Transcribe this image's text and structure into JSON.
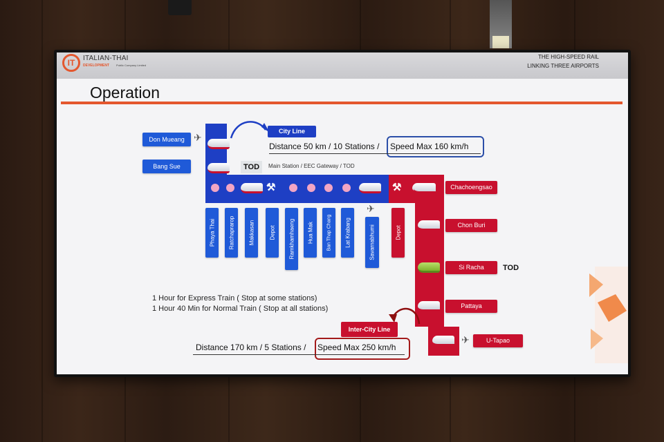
{
  "header": {
    "logo_mark": "IT",
    "company_name": "ITALIAN-THAI",
    "company_sub": "DEVELOPMENT",
    "company_sub2": "Public Company Limited",
    "project_line1": "THE HIGH-SPEED RAIL",
    "project_line2": "LINKING THREE AIRPORTS"
  },
  "slide": {
    "title": "Operation"
  },
  "city_line": {
    "label": "City Line",
    "distance": "Distance 50 km / 10 Stations /",
    "speed": "Speed Max 160 km/h",
    "tod_label": "TOD",
    "tod_note": "Main Station / EEC Gateway / TOD"
  },
  "left_stations": [
    "Don Mueang",
    "Bang Sue"
  ],
  "city_stations": [
    "Phaya Thai",
    "Ratchaprarop",
    "Makkasan",
    "Depot",
    "Ramkhamhaeng",
    "Hua Mak",
    "Ban Thap Chang",
    "Lat Krabang",
    "Savarnabhumi"
  ],
  "depot_red": "Depot",
  "right_stations": [
    "Chachoengsao",
    "Chon Buri",
    "Si Racha",
    "Pattaya",
    "U-Tapao"
  ],
  "si_racha_tod": "TOD",
  "notes": {
    "express": "1 Hour for Express Train ( Stop at some stations)",
    "normal": "1 Hour 40 Min for Normal Train ( Stop at all stations)"
  },
  "intercity_line": {
    "label": "Inter-City Line",
    "distance": "Distance 170 km / 5 Stations /",
    "speed": "Speed Max 250 km/h"
  },
  "colors": {
    "city_blue": "#1e3fc4",
    "intercity_red": "#c8102e",
    "accent_orange": "#e4572e"
  }
}
